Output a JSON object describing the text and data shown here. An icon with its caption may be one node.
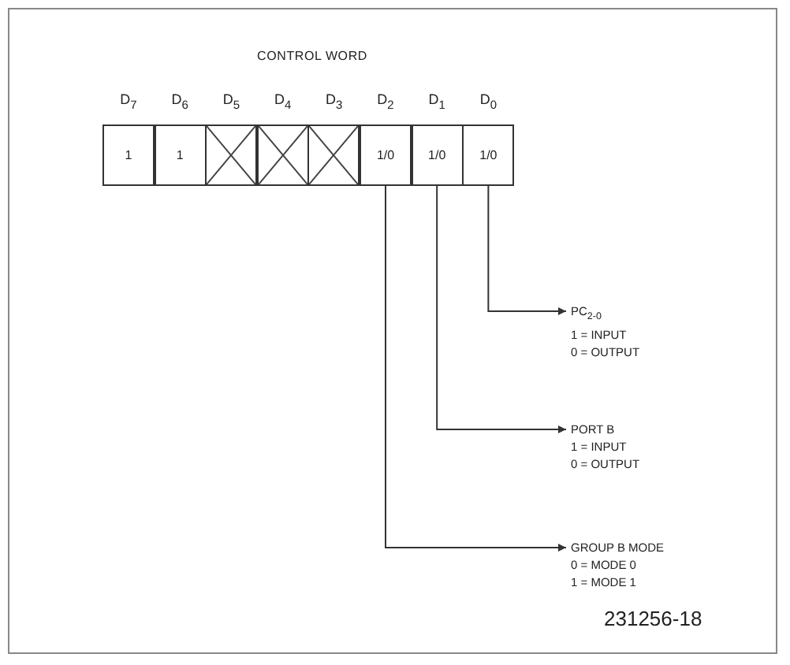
{
  "diagram": {
    "title": "CONTROL WORD",
    "nodes": [
      {
        "text": [
          "1"
        ],
        "beside": [
          "D$_{7}$"
        ]
      },
      {
        "text": [
          "1"
        ],
        "beside": [
          "D$_{6}$"
        ]
      },
      {
        "text": [],
        "shape": "box",
        "beside": [
          "D$_{5}$"
        ]
      },
      {
        "text": [],
        "shape": "box",
        "beside": [
          "D$_{4}$"
        ]
      },
      {
        "text": [],
        "shape": "box",
        "beside": [
          "D$_{3}$"
        ]
      },
      {
        "text": [
          "1/0"
        ],
        "beside": [
          "D$_{2}$"
        ]
      },
      {
        "text": [
          "1/0"
        ],
        "beside": [
          "D$_{1}$"
        ]
      },
      {
        "text": [
          "1/0"
        ],
        "beside": [
          "D$_{0}$"
        ]
      },
      {
        "text": [
          "PC$_{2-0}$",
          "1 = INPUT",
          "0 = OUTPUT"
        ]
      },
      {
        "text": [
          "PORT B",
          "1 = INPUT",
          "0 = OUTPUT"
        ]
      },
      {
        "text": [
          "GROUP B MODE",
          "0 = MODE 0",
          "1 = MODE 1"
        ]
      }
    ],
    "edges": [
      {
        "from": 7,
        "to": 8,
        "arrow": "to"
      },
      {
        "from": 6,
        "to": 9,
        "arrow": "to"
      },
      {
        "from": 5,
        "to": 10,
        "arrow": "to"
      }
    ],
    "labels": [
      "231256-18"
    ]
  }
}
